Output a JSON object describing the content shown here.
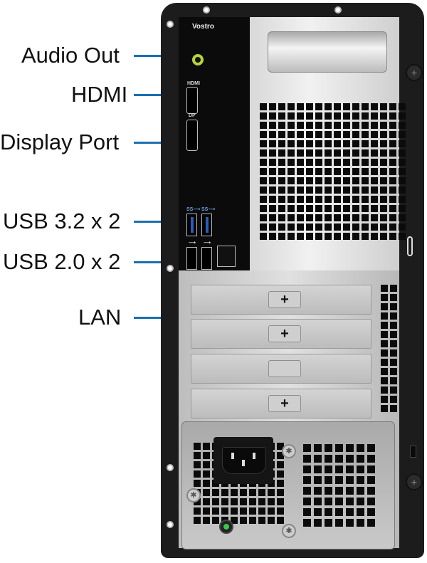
{
  "product": {
    "brand_model": "Vostro",
    "view": "rear"
  },
  "callouts": [
    {
      "id": "audio-out",
      "label": "Audio Out"
    },
    {
      "id": "hdmi",
      "label": "HDMI"
    },
    {
      "id": "display-port",
      "label": "Display Port"
    },
    {
      "id": "usb32",
      "label": "USB 3.2 x 2"
    },
    {
      "id": "usb20",
      "label": "USB 2.0 x 2"
    },
    {
      "id": "lan",
      "label": "LAN"
    }
  ],
  "port_icons": {
    "hdmi_mark": "HDMI",
    "dp_mark": "DP",
    "ss_mark": "SS⟶",
    "usb_mark": "⟶"
  },
  "colors": {
    "leader_line": "#1a6fb0",
    "audio_jack": "#b7d43a",
    "usb3_blue": "#2a5db8",
    "power_led": "#3cc84a",
    "chassis": "#1c1c1c"
  },
  "expansion_slots": [
    {
      "has_plus": true
    },
    {
      "has_plus": true
    },
    {
      "has_plus": false
    },
    {
      "has_plus": true
    }
  ]
}
